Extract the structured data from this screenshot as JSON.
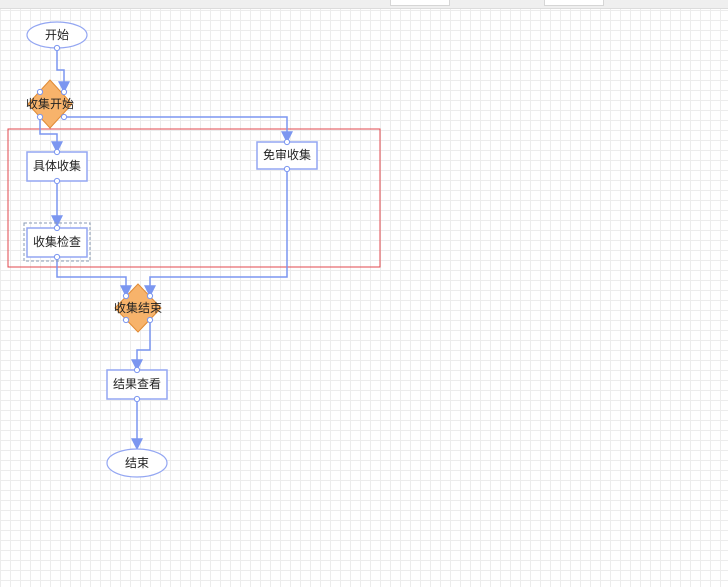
{
  "diagram": {
    "nodes": {
      "start": "开始",
      "collect_start": "收集开始",
      "specific_collect": "具体收集",
      "exempt_collect": "免审收集",
      "collect_check": "收集检查",
      "collect_end": "收集结束",
      "result_view": "结果查看",
      "end": "结束"
    }
  },
  "colors": {
    "connector": "#7b96f0",
    "node_border": "#93a6f2",
    "diamond_fill": "#f7b36b",
    "diamond_border": "#e08a33",
    "group_border": "#e0474c"
  }
}
